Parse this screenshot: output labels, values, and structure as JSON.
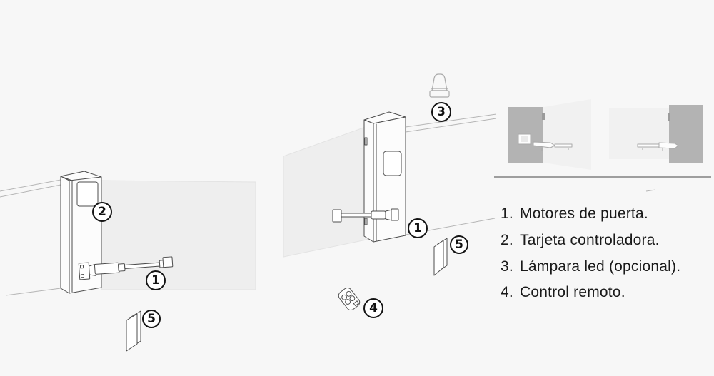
{
  "diagram": {
    "title_hint": "swing-gate-opener-installation-diagram",
    "callouts": {
      "motor_left": "1",
      "controller": "2",
      "motor_mid": "1",
      "lamp": "3",
      "remote": "4",
      "card_left": "5",
      "card_mid": "5"
    },
    "legend": {
      "items": [
        {
          "num": "1.",
          "label": "Motores de puerta."
        },
        {
          "num": "2.",
          "label": "Tarjeta controladora."
        },
        {
          "num": "3.",
          "label": "Lámpara led (opcional)."
        },
        {
          "num": "4.",
          "label": "Control remoto."
        }
      ]
    }
  },
  "colors": {
    "bg": "#f7f7f7",
    "line": "#4d4d4d",
    "panel": "#eeeeee",
    "panel-edge": "#e3e3e3",
    "inset-dark": "#b3b3b3",
    "inset-light": "#f1f1f1",
    "inset-line": "#a9a9a9",
    "divider": "#9e9e9e",
    "text": "#1a1a1a",
    "thin": "#b5b5b5"
  }
}
